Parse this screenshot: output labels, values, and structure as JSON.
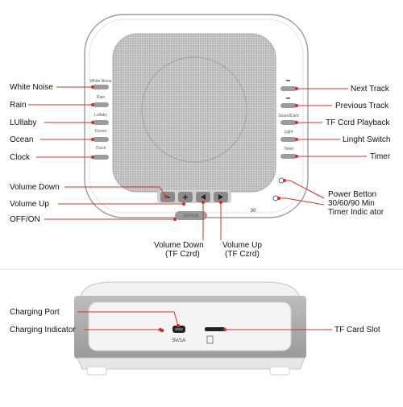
{
  "callouts": {
    "white_noise": "White Noise",
    "rain": "Rain",
    "lullaby": "LUllaby",
    "ocean": "Ocean",
    "clock": "Clock",
    "volume_down": "Volume Down",
    "volume_up": "Volume Up",
    "off_on": "OFF/ON",
    "next_track": "Next Track",
    "previous_track": "Previous Track",
    "tf_card_playback": "TF Ccrd Playback",
    "light_switch": "Linght Switch",
    "timer": "Timer",
    "power_button": "Power Betton",
    "timer_minutes": "30/60/90 Min",
    "timer_indicator": "Timer Indic ator",
    "volume_down_tf": "Volume Down",
    "volume_down_tf_sub": "(TF Czrd)",
    "volume_up_tf": "Volume Up",
    "volume_up_tf_sub": "(TF Czrd)",
    "charging_port": "Charging Port",
    "charging_indicator": "Charging Indicator",
    "tf_card_slot": "TF Card Slot"
  },
  "device_labels": {
    "white_noise": "White Noise",
    "rain": "Rain",
    "lullaby": "Lullaby",
    "ocean": "Ocean",
    "clock": "Clock",
    "sound_card": "SoundCard",
    "light": "Light",
    "timer": "Timer",
    "off_on": "OFF/ON",
    "timer_value": "30",
    "port_spec": "5V/1A"
  },
  "colors": {
    "accent_red": "#d0312d",
    "body_white": "#ffffff",
    "grille_gray": "#b9b9b9",
    "button_gray": "#8a8a8a"
  }
}
